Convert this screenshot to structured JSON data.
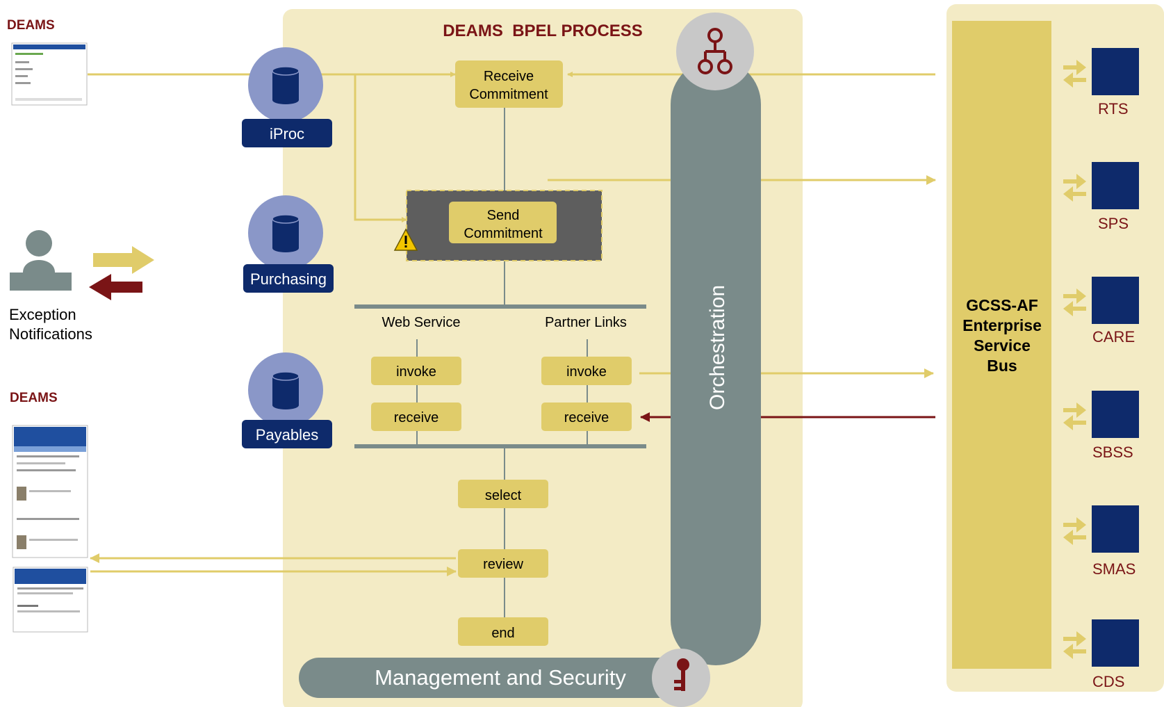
{
  "left": {
    "deams_label_top": "DEAMS",
    "deams_label_bottom": "DEAMS",
    "exception_line1": "Exception",
    "exception_line2": "Notifications"
  },
  "process": {
    "title": "DEAMS  BPEL PROCESS",
    "receive_commitment": [
      "Receive",
      "Commitment"
    ],
    "send_commitment": [
      "Send",
      "Commitment"
    ],
    "web_service": "Web Service",
    "partner_links": "Partner Links",
    "ws_invoke": "invoke",
    "ws_receive": "receive",
    "pl_invoke": "invoke",
    "pl_receive": "receive",
    "select": "select",
    "review": "review",
    "end": "end",
    "orchestration": "Orchestration",
    "management": "Management and Security"
  },
  "databases": {
    "iproc": "iProc",
    "purchasing": "Purchasing",
    "payables": "Payables"
  },
  "esb": {
    "line1": "GCSS-AF",
    "line2": "Enterprise",
    "line3": "Service",
    "line4": "Bus"
  },
  "systems": [
    "RTS",
    "SPS",
    "CARE",
    "SBSS",
    "SMAS",
    "CDS"
  ],
  "colors": {
    "panel": "#f3ebc5",
    "gold": "#e0cc6a",
    "gray": "#7a8b8a",
    "navy": "#0e2a6b",
    "maroon": "#7a1416",
    "dbcircle": "#8a97c8",
    "darkbox": "#5e5e5e"
  }
}
